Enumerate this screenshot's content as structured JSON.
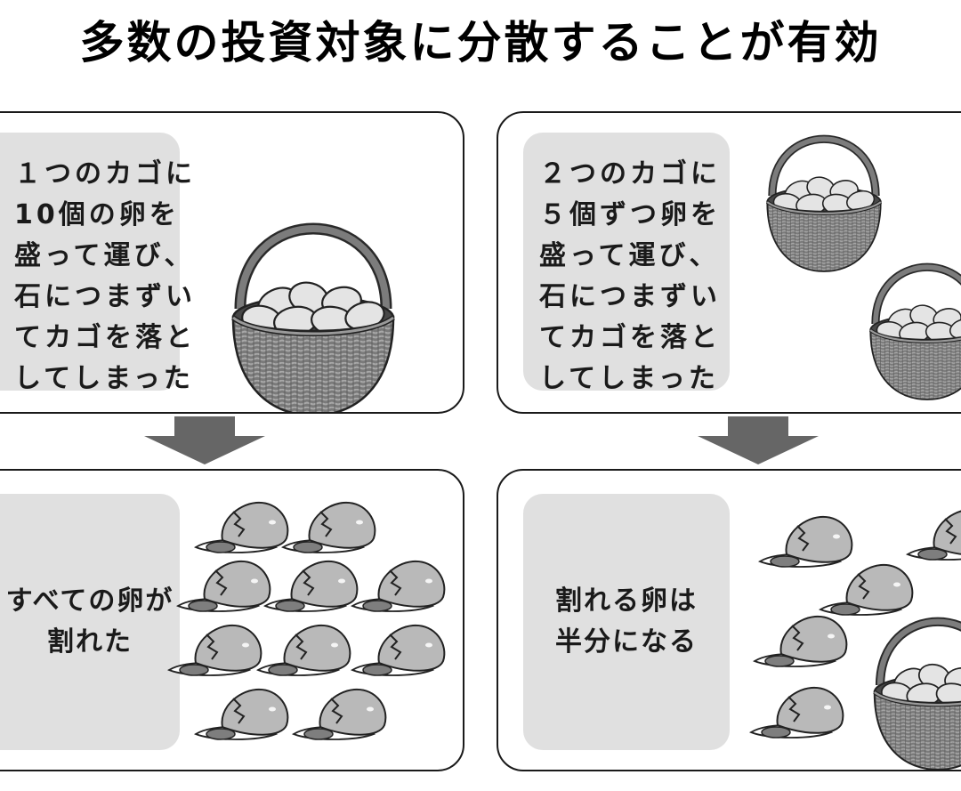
{
  "title": "多数の投資対象に分散することが有効",
  "left": {
    "before_lines": [
      "１つのカゴに",
      "10個の卵を",
      "盛って運び、",
      "石につまずい",
      "てカゴを落と",
      "してしまった"
    ],
    "result_lines": [
      "すべての卵が",
      "割れた"
    ]
  },
  "right": {
    "before_lines": [
      "２つのカゴに",
      "５個ずつ卵を",
      "盛って運び、",
      "石につまずい",
      "てカゴを落と",
      "してしまった"
    ],
    "result_lines": [
      "割れる卵は",
      "半分になる"
    ]
  },
  "colors": {
    "panel_border": "#1a1a1a",
    "text_box": "#e0e0e0",
    "arrow": "#666666",
    "egg": "#e4e4e4",
    "broken_egg": "#b9b9b9",
    "basket": "#7c7c7c"
  }
}
